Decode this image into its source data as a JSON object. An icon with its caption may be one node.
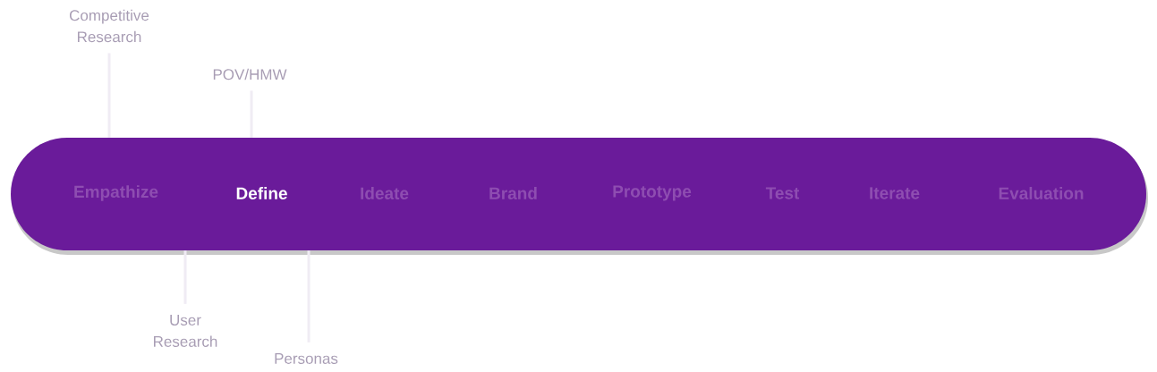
{
  "diagram": {
    "nodes": [
      {
        "text": [],
        "shape": "box"
      },
      {
        "text": [
          "Empathize"
        ],
        "in": 0
      },
      {
        "text": [
          "Define"
        ],
        "in": 0
      },
      {
        "text": [
          "Ideate"
        ],
        "in": 0
      },
      {
        "text": [
          "Brand"
        ],
        "in": 0
      },
      {
        "text": [
          "Prototype"
        ],
        "in": 0
      },
      {
        "text": [
          "Test"
        ],
        "in": 0
      },
      {
        "text": [
          "Iterate"
        ],
        "in": 0
      },
      {
        "text": [
          "Evaluation"
        ],
        "in": 0
      },
      {
        "text": [
          "Competitive Research"
        ]
      },
      {
        "text": [
          "POV/HMW"
        ]
      },
      {
        "text": [
          "User Research"
        ]
      },
      {
        "text": [
          "Personas"
        ]
      }
    ],
    "edges": [
      {
        "from": 9,
        "to": 0,
        "arrow": "none"
      },
      {
        "from": 10,
        "to": 0,
        "arrow": "none"
      },
      {
        "from": 11,
        "to": 0,
        "arrow": "none"
      },
      {
        "from": 12,
        "to": 0,
        "arrow": "none"
      }
    ]
  }
}
